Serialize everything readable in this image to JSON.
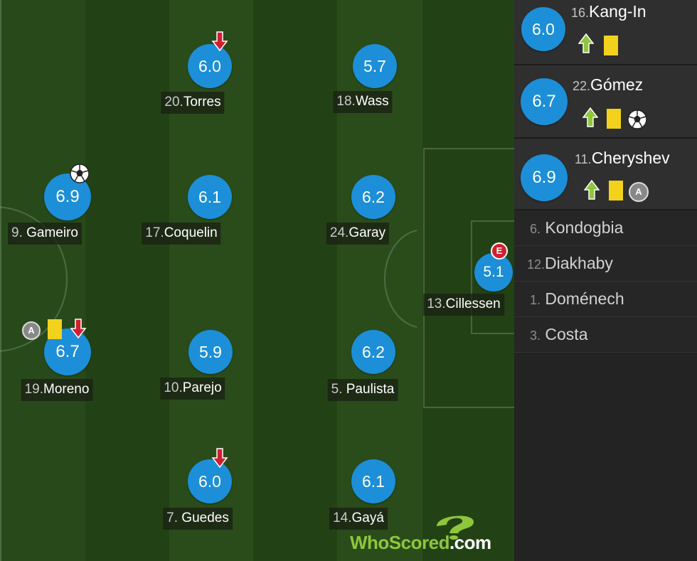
{
  "colors": {
    "rating_bubble": "#1c8fd8",
    "sub_arrow": "#8fc63c",
    "sub_out_arrow": "#d0202f",
    "yellow_card": "#f2d21c",
    "error_badge": "#d0202f",
    "assist_badge": "#888888"
  },
  "players": [
    {
      "num": "20.",
      "name": "Torres",
      "rating": "6.0",
      "icons": [
        "sub-out-arrow-icon"
      ]
    },
    {
      "num": "18.",
      "name": "Wass",
      "rating": "5.7",
      "icons": []
    },
    {
      "num": "9. ",
      "name": "Gameiro",
      "rating": "6.9",
      "icons": [
        "football-goal-icon"
      ]
    },
    {
      "num": "17.",
      "name": "Coquelin",
      "rating": "6.1",
      "icons": []
    },
    {
      "num": "24.",
      "name": "Garay",
      "rating": "6.2",
      "icons": []
    },
    {
      "num": "13.",
      "name": "Cillessen",
      "rating": "5.1",
      "icons": [
        "error-badge-icon"
      ],
      "error_label": "E"
    },
    {
      "num": "19.",
      "name": "Moreno",
      "rating": "6.7",
      "icons": [
        "assist-badge-icon",
        "yellow-card-icon",
        "sub-out-arrow-icon"
      ],
      "assist_label": "A"
    },
    {
      "num": "10.",
      "name": "Parejo",
      "rating": "5.9",
      "icons": []
    },
    {
      "num": "5. ",
      "name": "Paulista",
      "rating": "6.2",
      "icons": []
    },
    {
      "num": "7. ",
      "name": "Guedes",
      "rating": "6.0",
      "icons": [
        "sub-out-arrow-icon"
      ]
    },
    {
      "num": "14.",
      "name": "Gayá",
      "rating": "6.1",
      "icons": []
    }
  ],
  "substitutes": [
    {
      "num": "16.",
      "name": "Kang-In",
      "rating": "6.0",
      "icons": [
        "sub-in-arrow-icon",
        "yellow-card-icon"
      ]
    },
    {
      "num": "22.",
      "name": "Gómez",
      "rating": "6.7",
      "icons": [
        "sub-in-arrow-icon",
        "yellow-card-icon",
        "football-goal-icon"
      ]
    },
    {
      "num": "11.",
      "name": "Cheryshev",
      "rating": "6.9",
      "icons": [
        "sub-in-arrow-icon",
        "yellow-card-icon",
        "assist-badge-icon"
      ],
      "assist_label": "A"
    }
  ],
  "unused": [
    {
      "num": "6.",
      "name": "Kondogbia"
    },
    {
      "num": "12.",
      "name": "Diakhaby"
    },
    {
      "num": "1.",
      "name": "Doménech"
    },
    {
      "num": "3.",
      "name": "Costa"
    }
  ],
  "logo": {
    "text_main": "WhoScored",
    "text_dot": ".com"
  }
}
